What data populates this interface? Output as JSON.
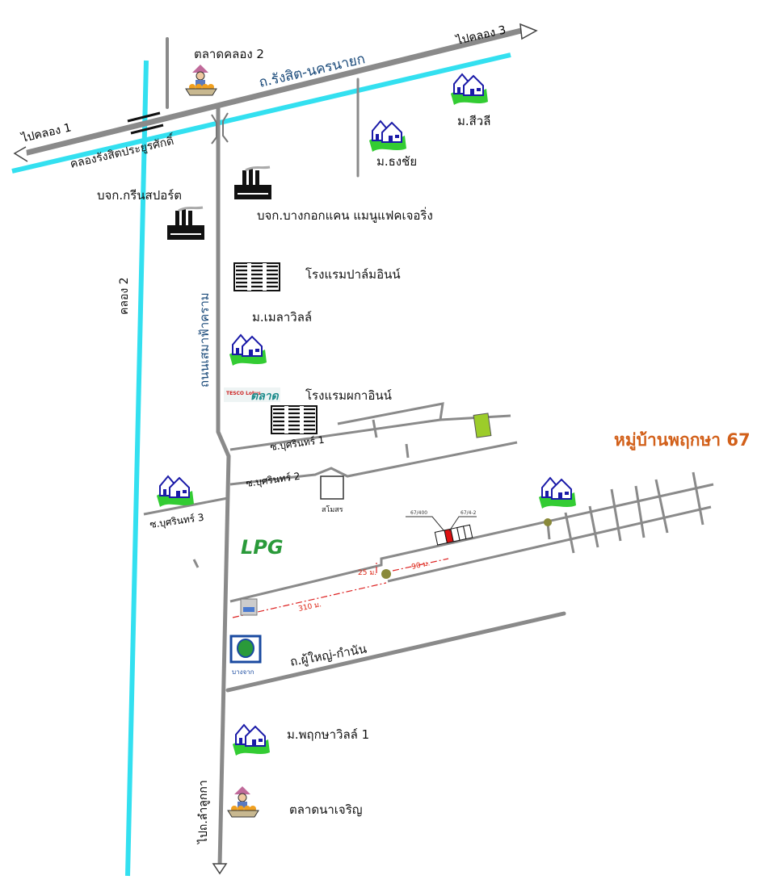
{
  "map": {
    "title": "หมู่บ้านพฤกษา 67",
    "colors": {
      "road": "#8a8a8a",
      "canal": "#33e0f0",
      "title": "#d2601a",
      "road_label": "#1a4a7a",
      "distance": "#dd2222",
      "house": "#1a1aa8",
      "grass": "#33cc33"
    },
    "roads": {
      "main": "ถ.รังสิต-นครนายก",
      "side": "ถนนเสมาฟ้าคราม",
      "soi1": "ซ.บุศรินทร์ 1",
      "soi2": "ซ.บุศรินทร์ 2",
      "soi3": "ซ.บุศรินทร์ 3",
      "puyai": "ถ.ผู้ใหญ่-กำนัน"
    },
    "canals": {
      "rangsit": "คลองรังสิตประยูรศักดิ์",
      "khlong2": "คลอง 2"
    },
    "directions": {
      "k1": "ไปคลอง 1",
      "k3": "ไปคลอง 3",
      "lamlukka": "ไปถ.ลำลูกกา"
    },
    "places": {
      "market2": "ตลาดคลอง 2",
      "sriwalee": "ม.สีวลี",
      "thongchai": "ม.ธงชัย",
      "greensport": "บจก.กรีนสปอร์ต",
      "bangkok_can": "บจก.บางกอกแคน แมนูแฟคเจอริ่ง",
      "palm_inn": "โรงแรมปาล์มอินน์",
      "mela": "ม.เมลาวิลล์",
      "phaka_inn": "โรงแรมผกาอินน์",
      "tesco": "TESCO Lotus",
      "talad": "ตลาด",
      "club": "สโมสร",
      "lpg": "LPG",
      "bangchak": "บางจาก",
      "pruksa1": "ม.พฤกษาวิลล์ 1",
      "na_charoen": "ตลาดนาเจริญ",
      "unit_a": "67/400",
      "unit_b": "67/4-2"
    },
    "distances": {
      "d25": "25 ม.",
      "d90": "90 ม.",
      "d310": "310 ม."
    }
  }
}
